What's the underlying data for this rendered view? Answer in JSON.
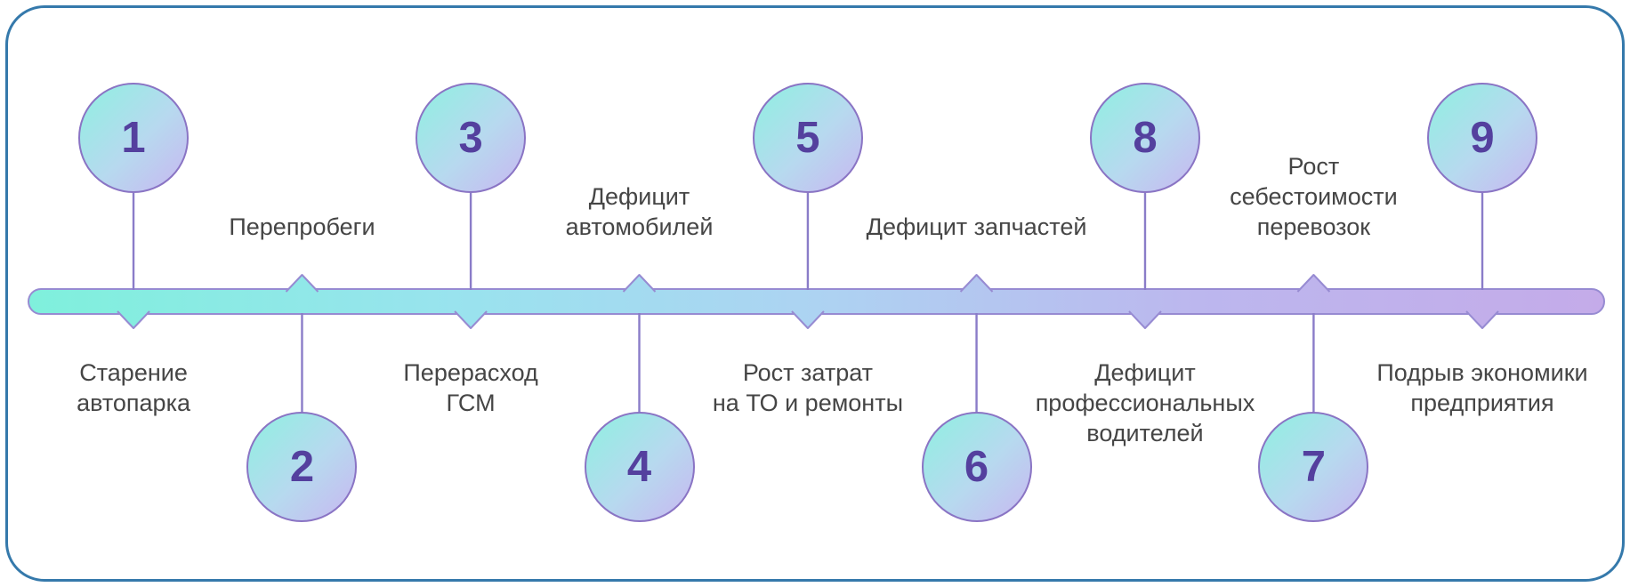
{
  "diagram": {
    "type": "timeline-process",
    "frame_border_color": "#3579ab",
    "background_color": "#ffffff",
    "bar": {
      "gradient": [
        "#7ff0dc",
        "#99e3ee",
        "#add3f2",
        "#bcb7ee",
        "#c4abe9"
      ],
      "border_color": "#978bd2"
    },
    "circle": {
      "gradient_start": "#8ff0e1",
      "gradient_mid": "#b7d9ef",
      "gradient_end": "#c8b7f0",
      "border_color": "#8a74c4",
      "number_color": "#54409e"
    },
    "connector_color": "#8a7cc8",
    "label_color": "#454545",
    "steps": [
      {
        "number": "1",
        "side": "above",
        "x_pct": 8.19,
        "label": "Старение\nавтопарка"
      },
      {
        "number": "2",
        "side": "below",
        "x_pct": 18.53,
        "label": "Перепробеги"
      },
      {
        "number": "3",
        "side": "above",
        "x_pct": 28.88,
        "label": "Перерасход\nГСМ"
      },
      {
        "number": "4",
        "side": "below",
        "x_pct": 39.22,
        "label": "Дефицит\nавтомобилей"
      },
      {
        "number": "5",
        "side": "above",
        "x_pct": 49.56,
        "label": "Рост затрат\nна ТО и ремонты"
      },
      {
        "number": "6",
        "side": "below",
        "x_pct": 59.91,
        "label": "Дефицит запчастей"
      },
      {
        "number": "8",
        "side": "above",
        "x_pct": 70.25,
        "label": "Дефицит\nпрофессиональных\nводителей"
      },
      {
        "number": "7",
        "side": "below",
        "x_pct": 80.59,
        "label": "Рост\nсебестоимости\nперевозок"
      },
      {
        "number": "9",
        "side": "above",
        "x_pct": 90.94,
        "label": "Подрыв экономики\nпредприятия"
      }
    ]
  }
}
